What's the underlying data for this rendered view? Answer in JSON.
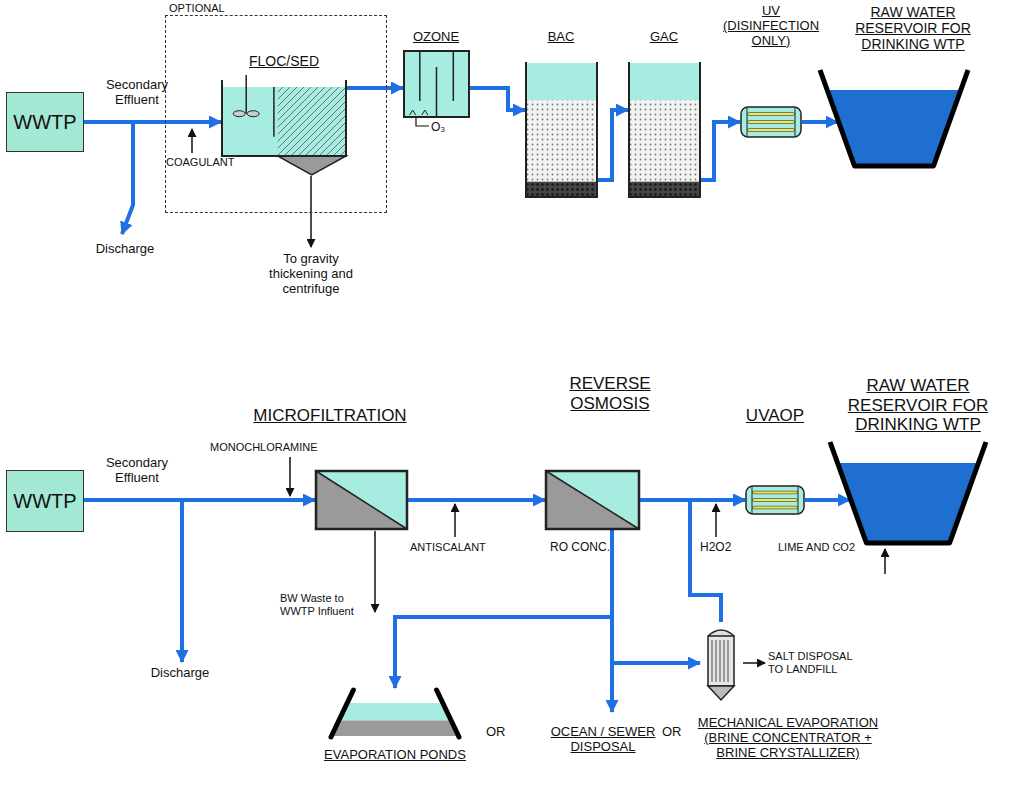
{
  "diagram": {
    "nodes": [
      {
        "text": [
          "WWTP"
        ]
      },
      {
        "text": [
          "OPTIONAL"
        ]
      },
      {
        "text": [
          "FLOC/SED"
        ],
        "in": 1
      },
      {
        "text": [
          "OZONE"
        ]
      },
      {
        "text": [
          "BAC"
        ]
      },
      {
        "text": [
          "GAC"
        ]
      },
      {
        "text": [
          "UV (DISINFECTION ONLY)"
        ]
      },
      {
        "text": [
          "RAW WATER RESERVOIR FOR DRINKING WTP"
        ]
      },
      {
        "text": [
          "WWTP"
        ]
      },
      {
        "text": [
          "MICROFILTRATION"
        ]
      },
      {
        "text": [
          "REVERSE OSMOSIS"
        ]
      },
      {
        "text": [
          "UVAOP"
        ]
      },
      {
        "text": [
          "RAW WATER RESERVOIR FOR DRINKING WTP"
        ]
      },
      {
        "text": [
          "EVAPORATION PONDS"
        ]
      },
      {
        "text": [
          "OCEAN / SEWER DISPOSAL"
        ]
      },
      {
        "text": [
          "MECHANICAL EVAPORATION (BRINE CONCENTRATOR + BRINE CRYSTALLIZER)"
        ]
      }
    ],
    "edges": [
      {
        "from": 0,
        "to": 2,
        "arrow": "to"
      },
      {
        "from": 2,
        "to": 3,
        "arrow": "to"
      },
      {
        "from": 3,
        "to": 4,
        "arrow": "to"
      },
      {
        "from": 4,
        "to": 5,
        "arrow": "to"
      },
      {
        "from": 5,
        "to": 6,
        "arrow": "to"
      },
      {
        "from": 6,
        "to": 7,
        "arrow": "to"
      },
      {
        "from": 8,
        "to": 9,
        "arrow": "to"
      },
      {
        "from": 9,
        "to": 10,
        "arrow": "to"
      },
      {
        "from": 10,
        "to": 11,
        "arrow": "to"
      },
      {
        "from": 11,
        "to": 12,
        "arrow": "to"
      },
      {
        "from": 10,
        "to": 13,
        "arrow": "to"
      },
      {
        "from": 10,
        "to": 14,
        "arrow": "to"
      },
      {
        "from": 10,
        "to": 15,
        "arrow": "to"
      },
      {
        "from": 15,
        "to": 11,
        "arrow": "to"
      }
    ],
    "labels": [
      "Secondary Effluent",
      "Discharge",
      "COAGULANT",
      "To gravity thickening and centrifuge",
      "O₃",
      "Secondary Effluent",
      "Discharge",
      "MONOCHLORAMINE",
      "BW Waste to WWTP Influent",
      "ANTISCALANT",
      "RO CONC.",
      "H2O2",
      "LIME AND CO2",
      "OR",
      "OR",
      "SALT DISPOSAL TO LANDFILL"
    ]
  }
}
